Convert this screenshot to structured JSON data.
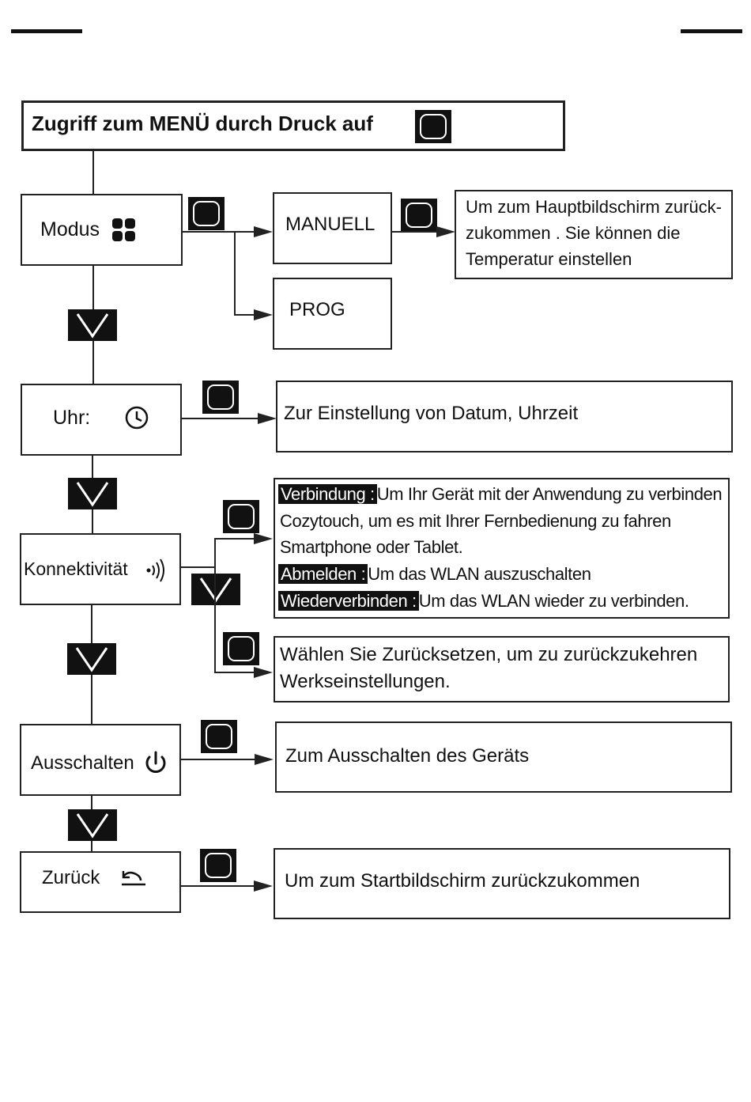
{
  "header": {
    "title": "Zugriff zum MENÜ durch Druck auf"
  },
  "menu": {
    "modus": "Modus",
    "uhr": "Uhr:",
    "konnektivitaet": "Konnektivität",
    "ausschalten": "Ausschalten",
    "zurueck": "Zurück"
  },
  "modes": {
    "manuell": "MANUELL",
    "prog": "PROG"
  },
  "descriptions": {
    "manuell_line1": "Um zum Hauptbildschirm zurück-",
    "manuell_line2": "zukommen . Sie können die",
    "manuell_line3": "Temperatur einstellen",
    "uhr": "Zur Einstellung von Datum, Uhrzeit",
    "verbindung_label": "Verbindung :",
    "verbindung_text": "Um Ihr Gerät mit der Anwendung zu verbinden",
    "verbindung_line2": "Cozytouch, um es mit Ihrer Fernbedienung zu fahren",
    "verbindung_line3": "Smartphone oder Tablet.",
    "abmelden_label": "Abmelden :",
    "abmelden_text": "Um das WLAN auszuschalten",
    "wiederverbinden_label": "Wiederverbinden :",
    "wiederverbinden_text": "Um das WLAN wieder zu verbinden.",
    "reset_line1": "Wählen Sie Zurücksetzen, um zu zurückzukehren",
    "reset_line2": "Werkseinstellungen.",
    "ausschalten": "Zum Ausschalten des Geräts",
    "zurueck": "Um zum Startbildschirm zurückzukommen"
  },
  "icons": {
    "ok": "ok-button-icon",
    "down": "down-arrow-icon",
    "modus": "four-squares-icon",
    "uhr": "clock-icon",
    "konnektivitaet": "wireless-icon",
    "ausschalten": "power-icon",
    "zurueck": "return-arrow-icon"
  }
}
